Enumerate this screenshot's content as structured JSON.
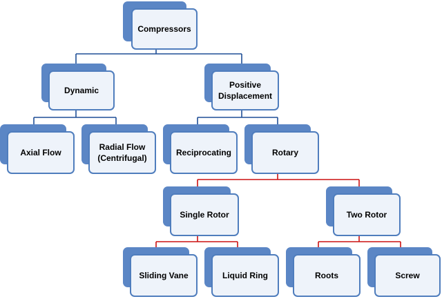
{
  "diagram": {
    "colors": {
      "box_back": "#5b86c5",
      "box_front": "#eef3fa",
      "box_border": "#4f7dbd",
      "line_blue": "#1f4f96",
      "line_red": "#cc1111"
    },
    "nodes": {
      "compressors": "Compressors",
      "dynamic": "Dynamic",
      "positive_displacement": "Positive\nDisplacement",
      "axial_flow": "Axial Flow",
      "radial_flow": "Radial Flow\n(Centrifugal)",
      "reciprocating": "Reciprocating",
      "rotary": "Rotary",
      "single_rotor": "Single Rotor",
      "two_rotor": "Two Rotor",
      "sliding_vane": "Sliding Vane",
      "liquid_ring": "Liquid Ring",
      "roots": "Roots",
      "screw": "Screw"
    }
  }
}
